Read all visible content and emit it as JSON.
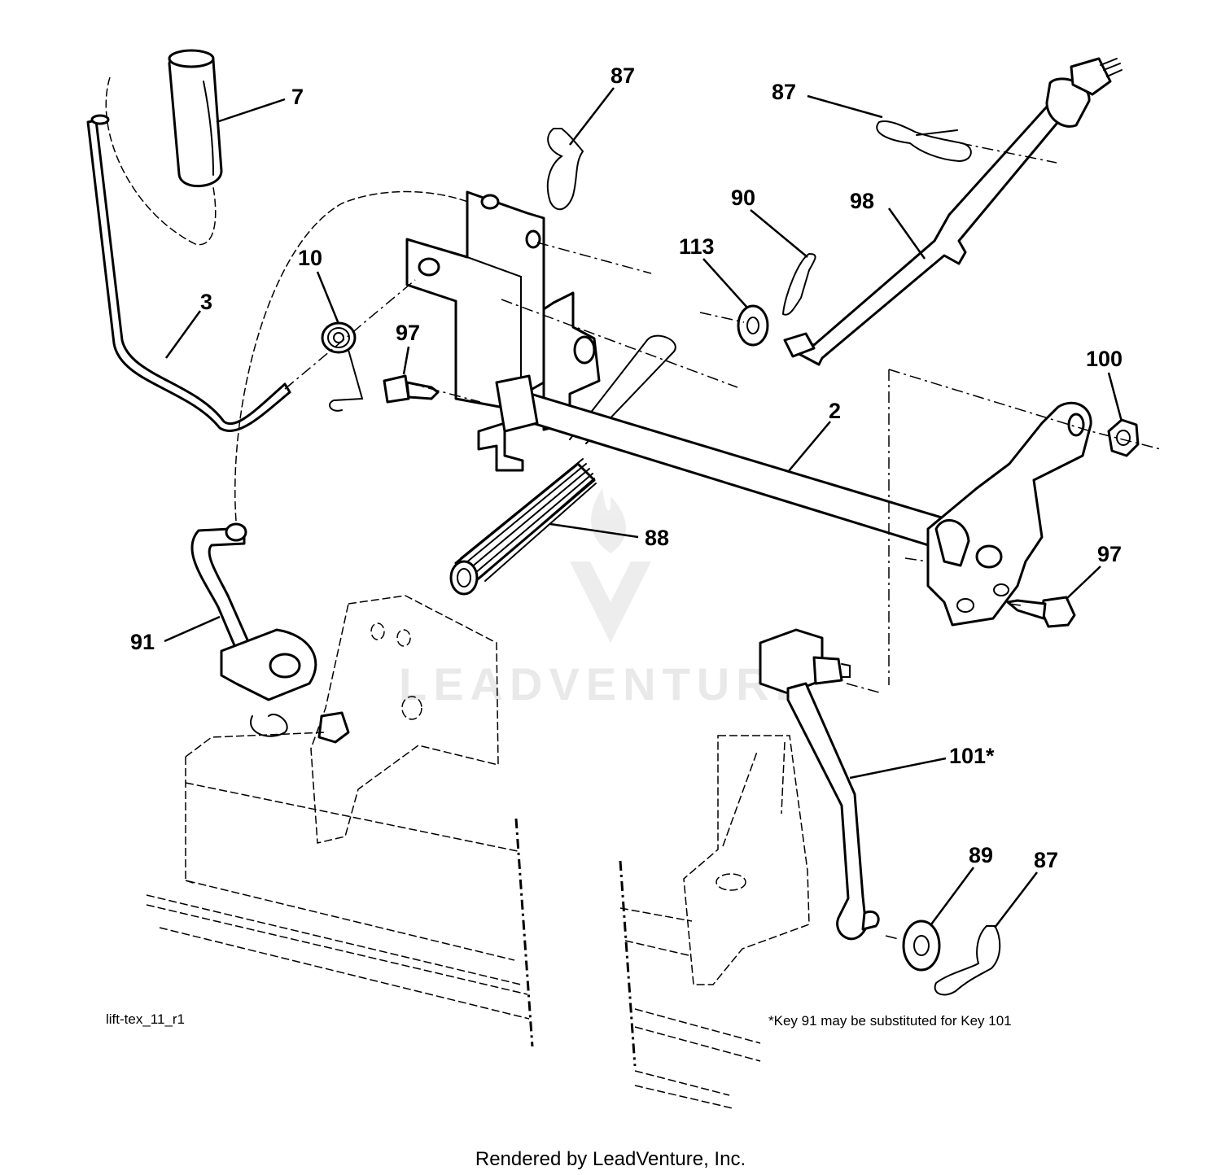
{
  "callouts": [
    {
      "id": "7",
      "text": "7"
    },
    {
      "id": "3",
      "text": "3"
    },
    {
      "id": "10",
      "text": "10"
    },
    {
      "id": "97a",
      "text": "97"
    },
    {
      "id": "87a",
      "text": "87"
    },
    {
      "id": "87b",
      "text": "87"
    },
    {
      "id": "90",
      "text": "90"
    },
    {
      "id": "113",
      "text": "113"
    },
    {
      "id": "98",
      "text": "98"
    },
    {
      "id": "100",
      "text": "100"
    },
    {
      "id": "2",
      "text": "2"
    },
    {
      "id": "88",
      "text": "88"
    },
    {
      "id": "97b",
      "text": "97"
    },
    {
      "id": "91",
      "text": "91"
    },
    {
      "id": "101",
      "text": "101*"
    },
    {
      "id": "89",
      "text": "89"
    },
    {
      "id": "87c",
      "text": "87"
    }
  ],
  "drawing_id": "lift-tex_11_r1",
  "footnote": "*Key 91 may be substituted for Key 101",
  "watermark": "LEADVENTURE",
  "credit": "Rendered by LeadVenture, Inc."
}
